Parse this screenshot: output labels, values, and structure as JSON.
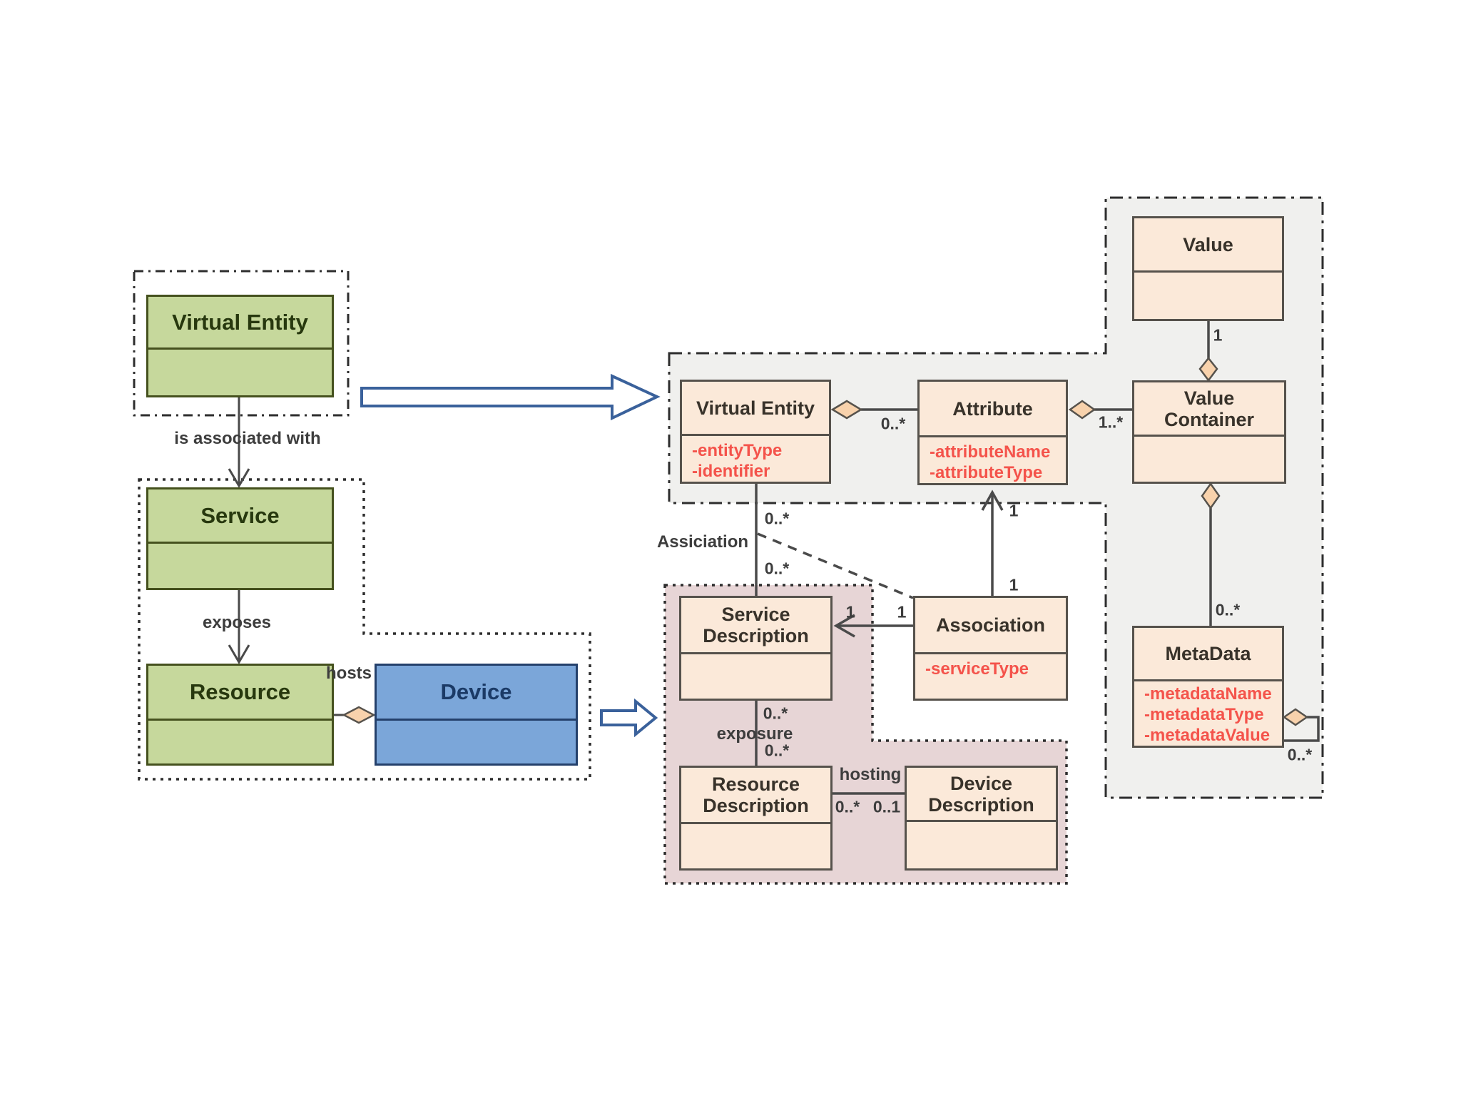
{
  "colors": {
    "green_fill": "#c6d89c",
    "green_border": "#45511e",
    "green_text": "#27380e",
    "blue_fill": "#7ba6d9",
    "blue_border": "#24406b",
    "blue_text": "#1b3a66",
    "peach_fill": "#fbe9d9",
    "box_border": "#56524c",
    "title_text": "#38322a",
    "attr_text": "#f4534b",
    "gray_fill": "#f0f0ee",
    "pink_fill": "#e7d5d6",
    "region_border": "#2d2d2d",
    "line": "#4a4a4a",
    "label_text": "#3d3d3d",
    "diamond_fill": "#f8d2ac",
    "arrow_border": "#3a619b",
    "arrow_fill": "#ffffff"
  },
  "left": {
    "virtual_entity": {
      "title": "Virtual Entity"
    },
    "service": {
      "title": "Service"
    },
    "resource": {
      "title": "Resource"
    },
    "device": {
      "title": "Device"
    },
    "labels": {
      "is_associated_with": "is associated with",
      "exposes": "exposes",
      "hosts": "hosts"
    }
  },
  "right": {
    "virtual_entity": {
      "title": "Virtual Entity",
      "attr1": "-entityType",
      "attr2": "-identifier"
    },
    "attribute": {
      "title": "Attribute",
      "attr1": "-attributeName",
      "attr2": "-attributeType"
    },
    "value": {
      "title": "Value"
    },
    "value_container": {
      "title": "Value Container"
    },
    "metadata": {
      "title": "MetaData",
      "attr1": "-metadataName",
      "attr2": "-metadataType",
      "attr3": "-metadataValue"
    },
    "service_description": {
      "title": "Service Description"
    },
    "association": {
      "title": "Association",
      "attr1": "-serviceType"
    },
    "resource_description": {
      "title": "Resource Description"
    },
    "device_description": {
      "title": "Device Description"
    },
    "labels": {
      "ve_attr_mult": "0..*",
      "attr_vc_mult": "1..*",
      "value_vc_mult": "1",
      "vc_md_mult": "0..*",
      "md_self_mult": "0..*",
      "assiciation": "Assiciation",
      "ve_sd_mult_top": "0..*",
      "ve_sd_mult_bottom": "0..*",
      "assoc_sd_mult_sd": "1",
      "assoc_sd_mult_assoc": "1",
      "assoc_attr_mult_top": "1",
      "assoc_attr_mult_bottom": "1",
      "sd_rd_mult_top": "0..*",
      "exposure": "exposure",
      "sd_rd_mult_bottom": "0..*",
      "hosting": "hosting",
      "rd_dd_mult_left": "0..*",
      "rd_dd_mult_right": "0..1"
    }
  }
}
